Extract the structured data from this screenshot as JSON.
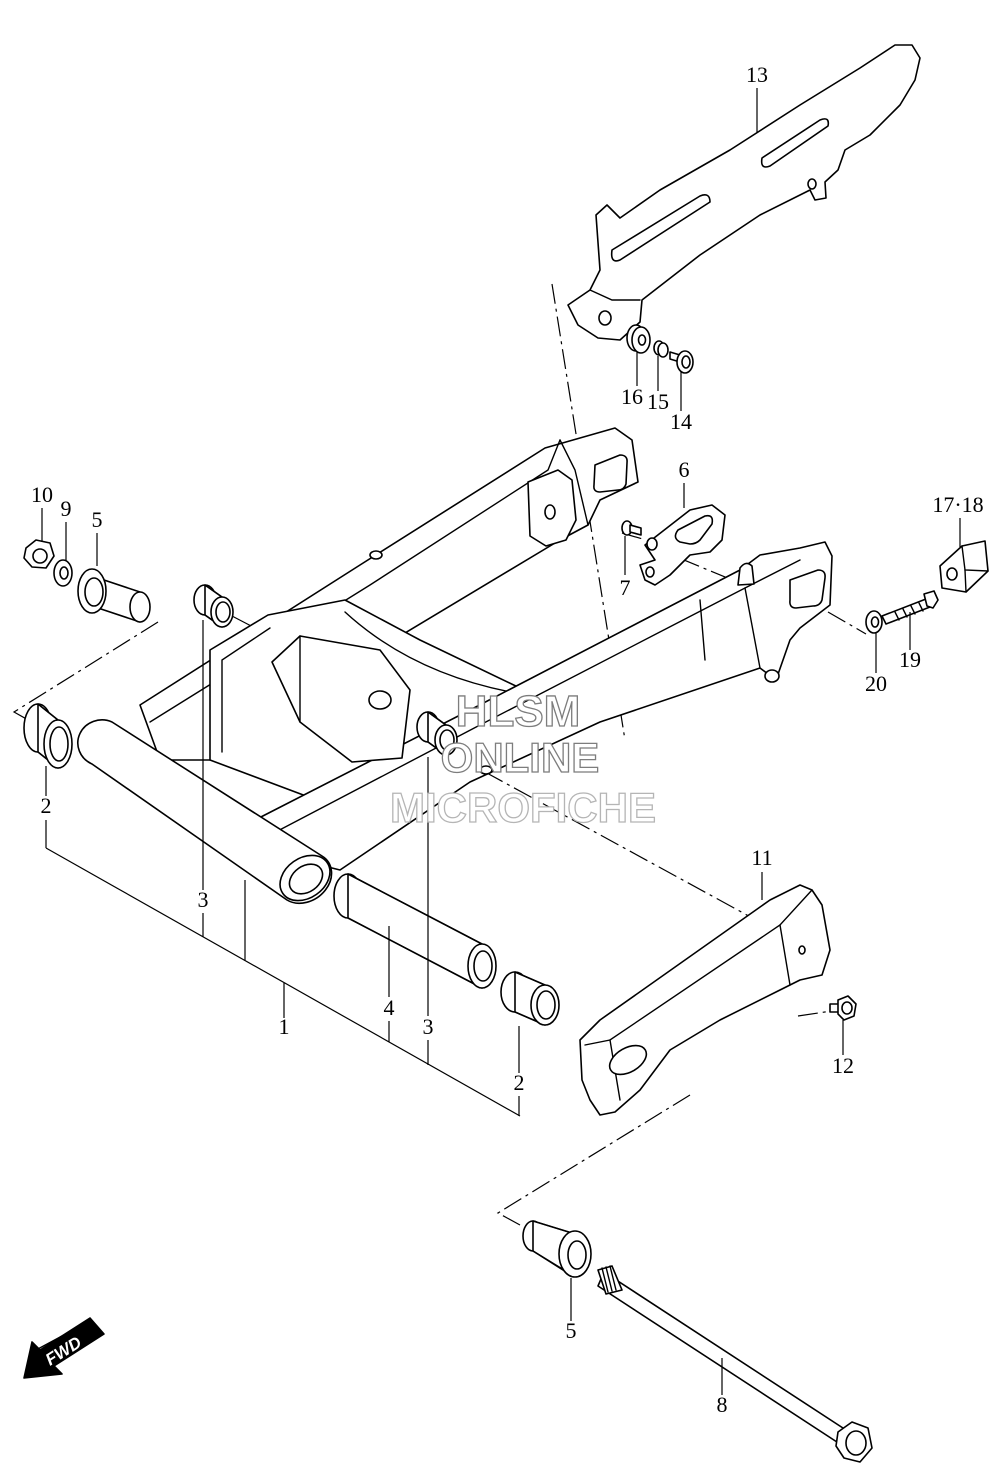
{
  "diagram": {
    "callouts": [
      "13",
      "16",
      "15",
      "14",
      "6",
      "17·18",
      "10",
      "9",
      "5",
      "7",
      "19",
      "20",
      "2",
      "3",
      "4",
      "1",
      "3",
      "2",
      "11",
      "12",
      "5",
      "8"
    ],
    "fwd_label": "FWD",
    "watermark": [
      "HLSM",
      "ONLINE",
      "MICROFICHE"
    ]
  },
  "colors": {
    "line": "#000000",
    "background": "#ffffff",
    "watermark": "#7d7d7d"
  },
  "icons": {
    "direction": "fwd-arrow-icon"
  }
}
